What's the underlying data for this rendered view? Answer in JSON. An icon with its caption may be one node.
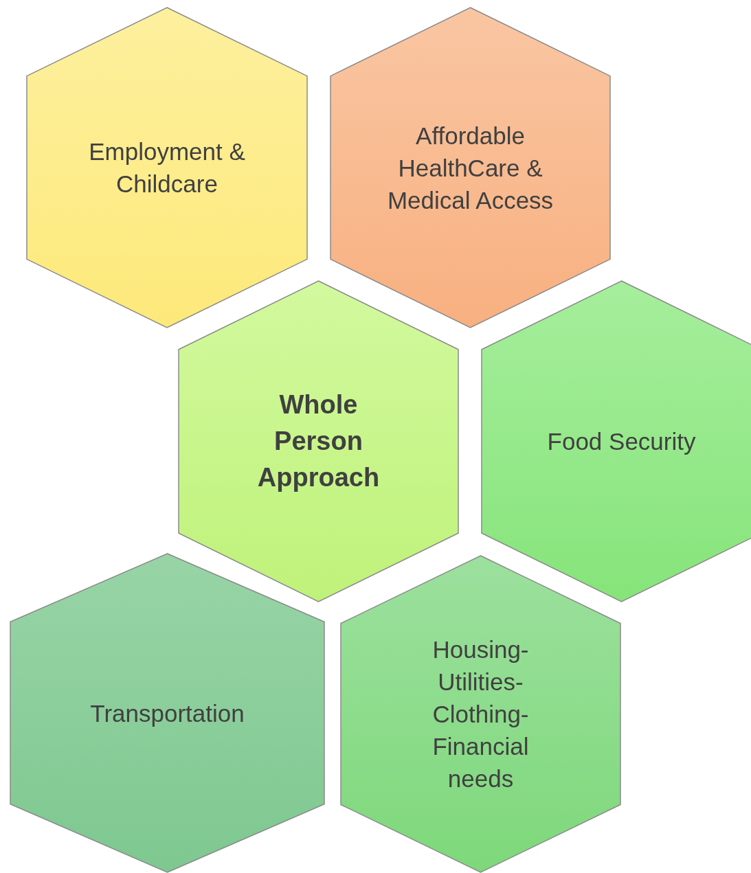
{
  "diagram": {
    "nodes": [
      {
        "text": [
          "Employment & Childcare"
        ]
      },
      {
        "text": [
          "Affordable HealthCare & Medical Access"
        ]
      },
      {
        "text": [
          "Whole Person Approach"
        ]
      },
      {
        "text": [
          "Food Security"
        ]
      },
      {
        "text": [
          "Transportation"
        ]
      },
      {
        "text": [
          "Housing- Utilities- Clothing- Financial needs"
        ]
      }
    ]
  }
}
